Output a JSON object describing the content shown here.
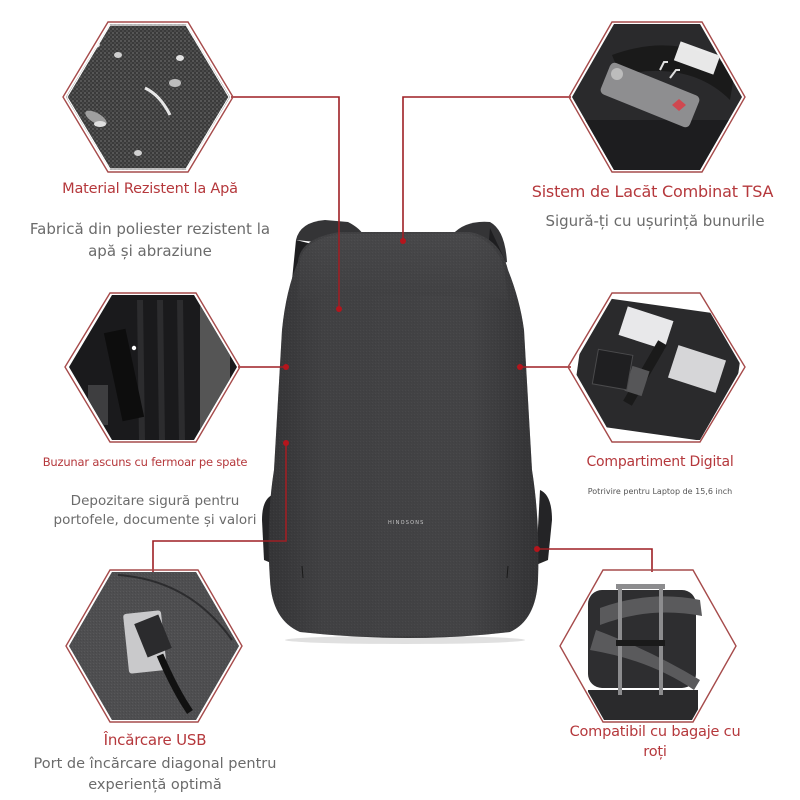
{
  "colors": {
    "accent": "#b5383c",
    "line": "#9e1f24",
    "text_gray": "#6b6b6b",
    "backpack": "#3a3a3c",
    "background": "#ffffff"
  },
  "product": {
    "brand_label": "HINOSONS"
  },
  "features": [
    {
      "id": "waterproof",
      "icon": "fabric-water-drops-image",
      "title": "Material Rezistent la Apă",
      "description": "Fabrică din poliester rezistent la apă și abraziune"
    },
    {
      "id": "tsa-lock",
      "icon": "combination-lock-image",
      "title": "Sistem de Lacăt Combinat TSA",
      "description": "Sigură-ți cu ușurință bunurile"
    },
    {
      "id": "hidden-pocket",
      "icon": "back-zipper-pocket-phone-image",
      "title": "Buzunar ascuns cu fermoar pe spate",
      "description": "Depozitare sigură pentru portofele, documente și valori"
    },
    {
      "id": "digital-compartment",
      "icon": "laptop-compartment-image",
      "title": "Compartiment Digital",
      "description": "Potrivire pentru Laptop de 15,6 inch"
    },
    {
      "id": "usb-charging",
      "icon": "usb-cable-port-image",
      "title": "Încărcare USB",
      "description": "Port de încărcare diagonal pentru experiență optimă"
    },
    {
      "id": "luggage-strap",
      "icon": "luggage-trolley-strap-image",
      "title": "Compatibil cu bagaje cu roți",
      "description": ""
    }
  ]
}
